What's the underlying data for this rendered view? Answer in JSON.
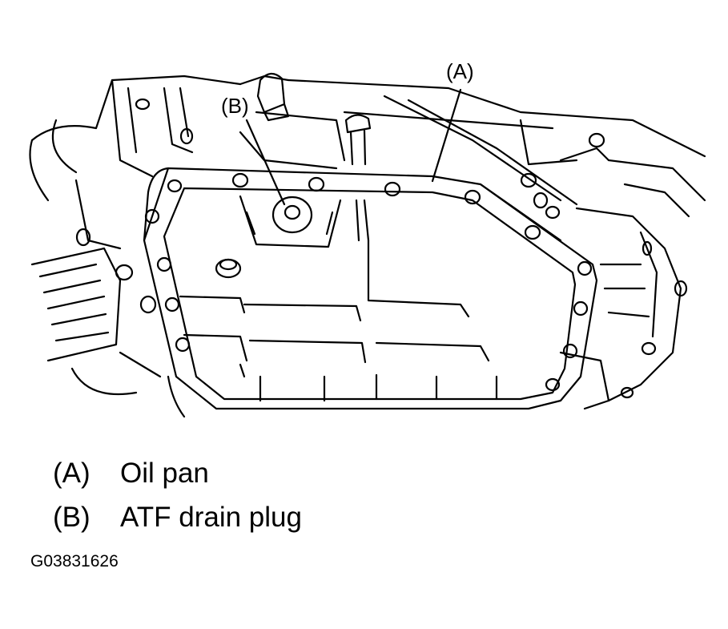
{
  "callouts": {
    "a": "(A)",
    "b": "(B)"
  },
  "legend": [
    {
      "code": "(A)",
      "label": "Oil pan"
    },
    {
      "code": "(B)",
      "label": "ATF drain plug"
    }
  ],
  "figure_id": "G03831626"
}
